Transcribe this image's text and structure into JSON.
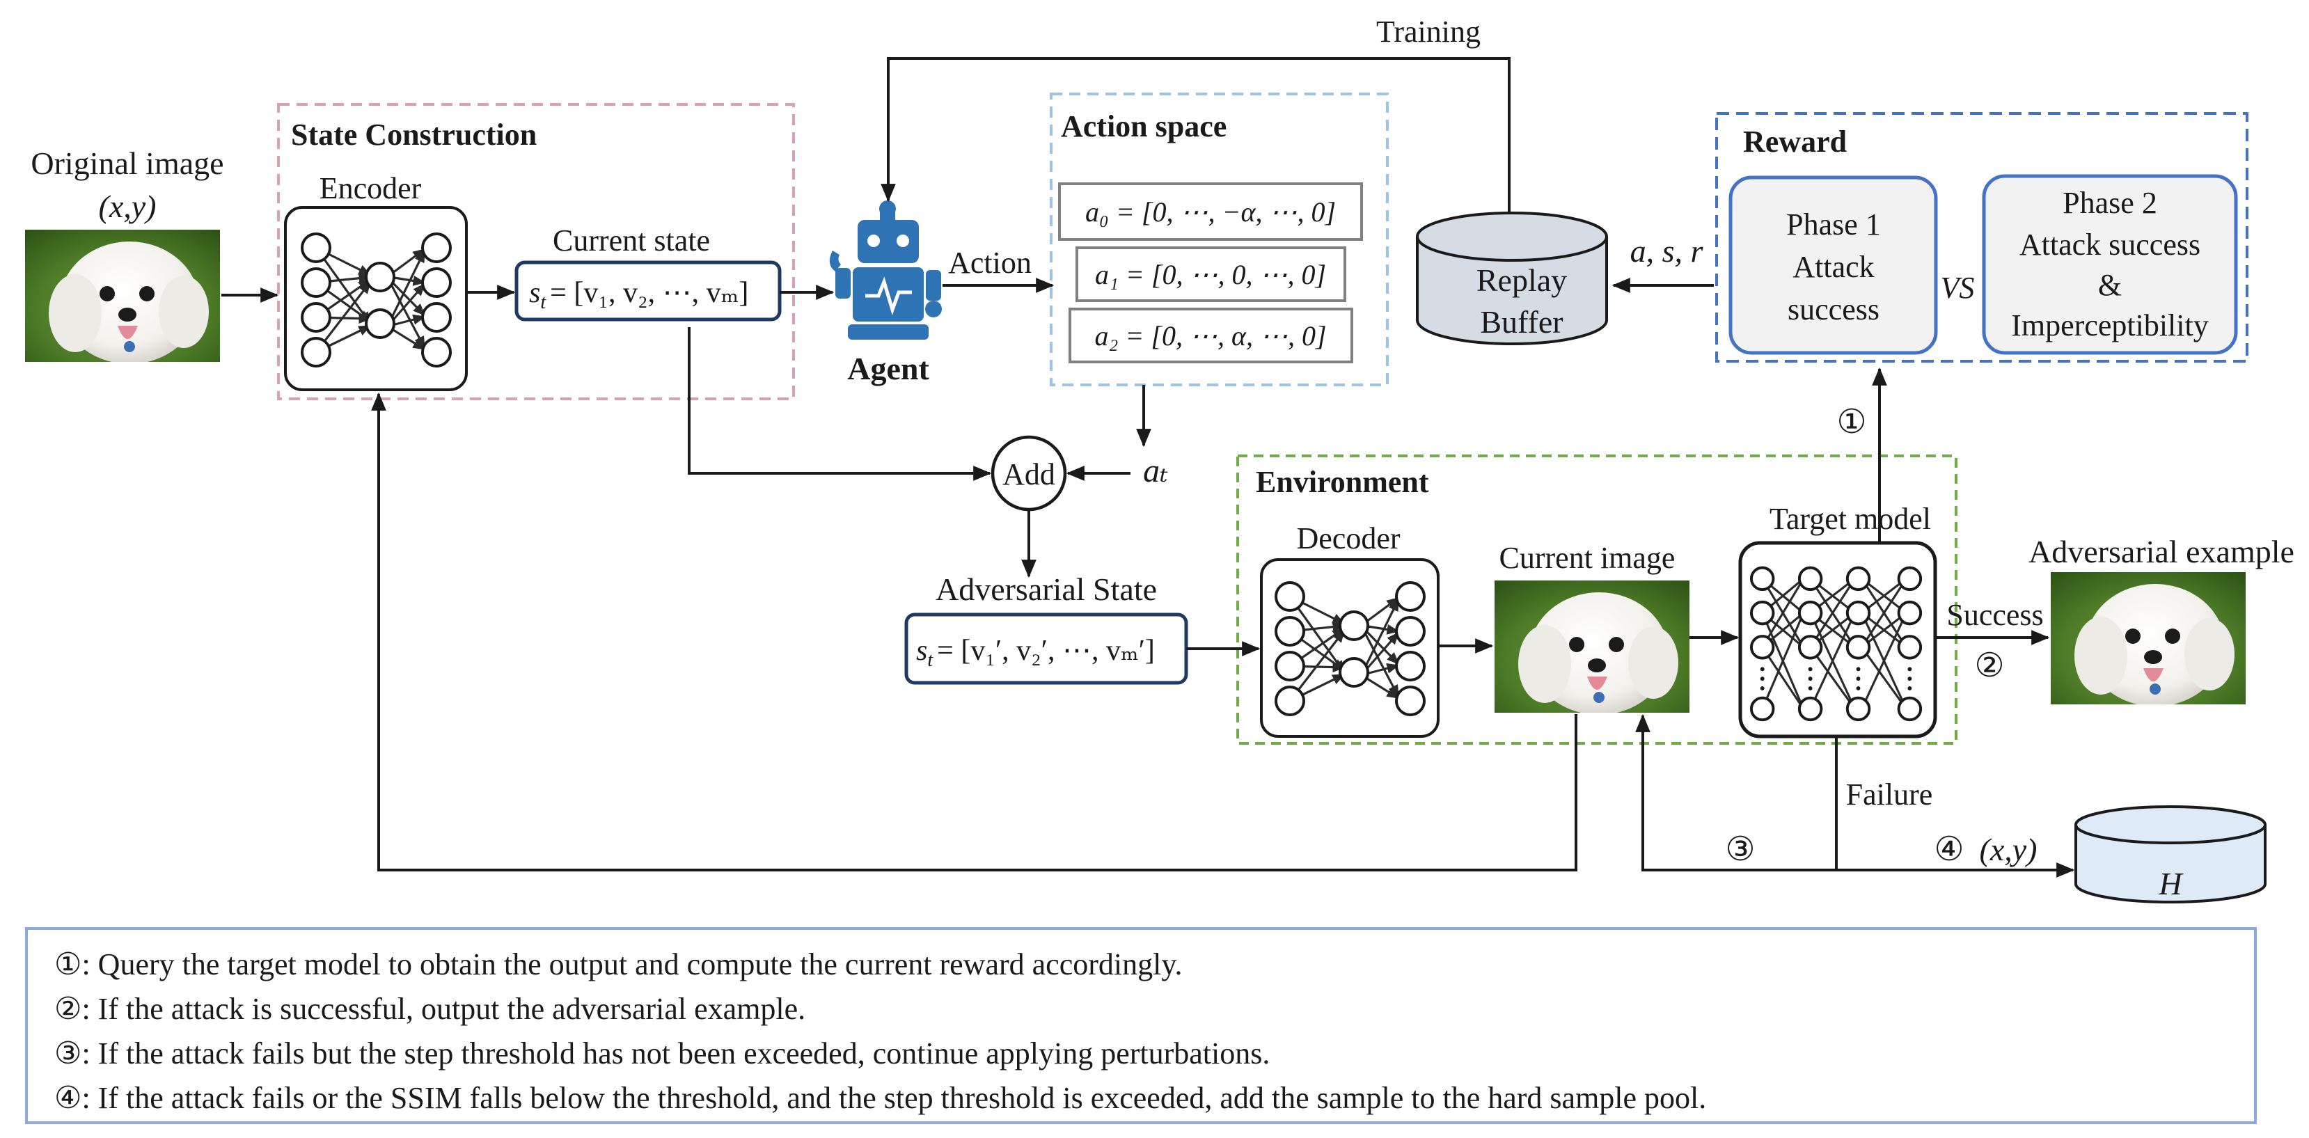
{
  "colors": {
    "state_construction_border": "#d9a3ad",
    "action_space_border": "#9dc3e6",
    "reward_border": "#4472c4",
    "environment_border": "#70ad47",
    "agent_blue": "#2e74b5",
    "buffer_fill": "#d6dce4",
    "reward_phase_fill": "#f2f2f2",
    "notes_border": "#8eaadb"
  },
  "icons": [
    "robot-icon",
    "dog-photo",
    "cylinder-icon",
    "neural-network-icon"
  ],
  "input": {
    "label": "Original image",
    "coords": "(x,y)"
  },
  "state_construction": {
    "title": "State Construction",
    "encoder_label": "Encoder",
    "current_state_label": "Current state",
    "formula_lhs": "s",
    "formula_sub": "t",
    "formula_rhs": "= [v₁, v₂, ⋯, vₘ]"
  },
  "agent": {
    "label": "Agent",
    "action_label": "Action"
  },
  "training_label": "Training",
  "action_space": {
    "title": "Action space",
    "actions": [
      "a₀ = [0, ⋯, −α, ⋯, 0]",
      "a₁ = [0, ⋯, 0, ⋯, 0]",
      "a₂ = [0, ⋯, α, ⋯, 0]"
    ],
    "at_label": "aₜ"
  },
  "add_label": "Add",
  "replay_buffer": {
    "line1": "Replay",
    "line2": "Buffer",
    "tuple": "a, s, r"
  },
  "reward": {
    "title": "Reward",
    "phase1": [
      "Phase 1",
      "Attack",
      "success"
    ],
    "vs": "VS",
    "phase2": [
      "Phase 2",
      "Attack success",
      "&",
      "Imperceptibility"
    ]
  },
  "adversarial_state": {
    "label": "Adversarial State",
    "formula_lhs": "s",
    "formula_sub": "t",
    "formula_rhs": "= [v₁′, v₂′, ⋯, vₘ′]"
  },
  "environment": {
    "title": "Environment",
    "decoder_label": "Decoder",
    "current_image_label": "Current image",
    "target_model_label": "Target model"
  },
  "flow": {
    "step1": "①",
    "step2": "②",
    "step3": "③",
    "step4": "④",
    "step4_tuple": "(x,y)",
    "success": "Success",
    "failure": "Failure",
    "adversarial_example": "Adversarial example",
    "hard_pool": "H"
  },
  "notes": [
    "①: Query the target model to obtain the output and compute the current reward accordingly.",
    "②: If the attack is successful, output the adversarial example.",
    "③: If the attack fails but the step threshold has not been exceeded, continue applying perturbations.",
    "④: If the attack fails or the SSIM falls below the threshold, and the step threshold is exceeded, add the sample to the hard sample pool."
  ]
}
